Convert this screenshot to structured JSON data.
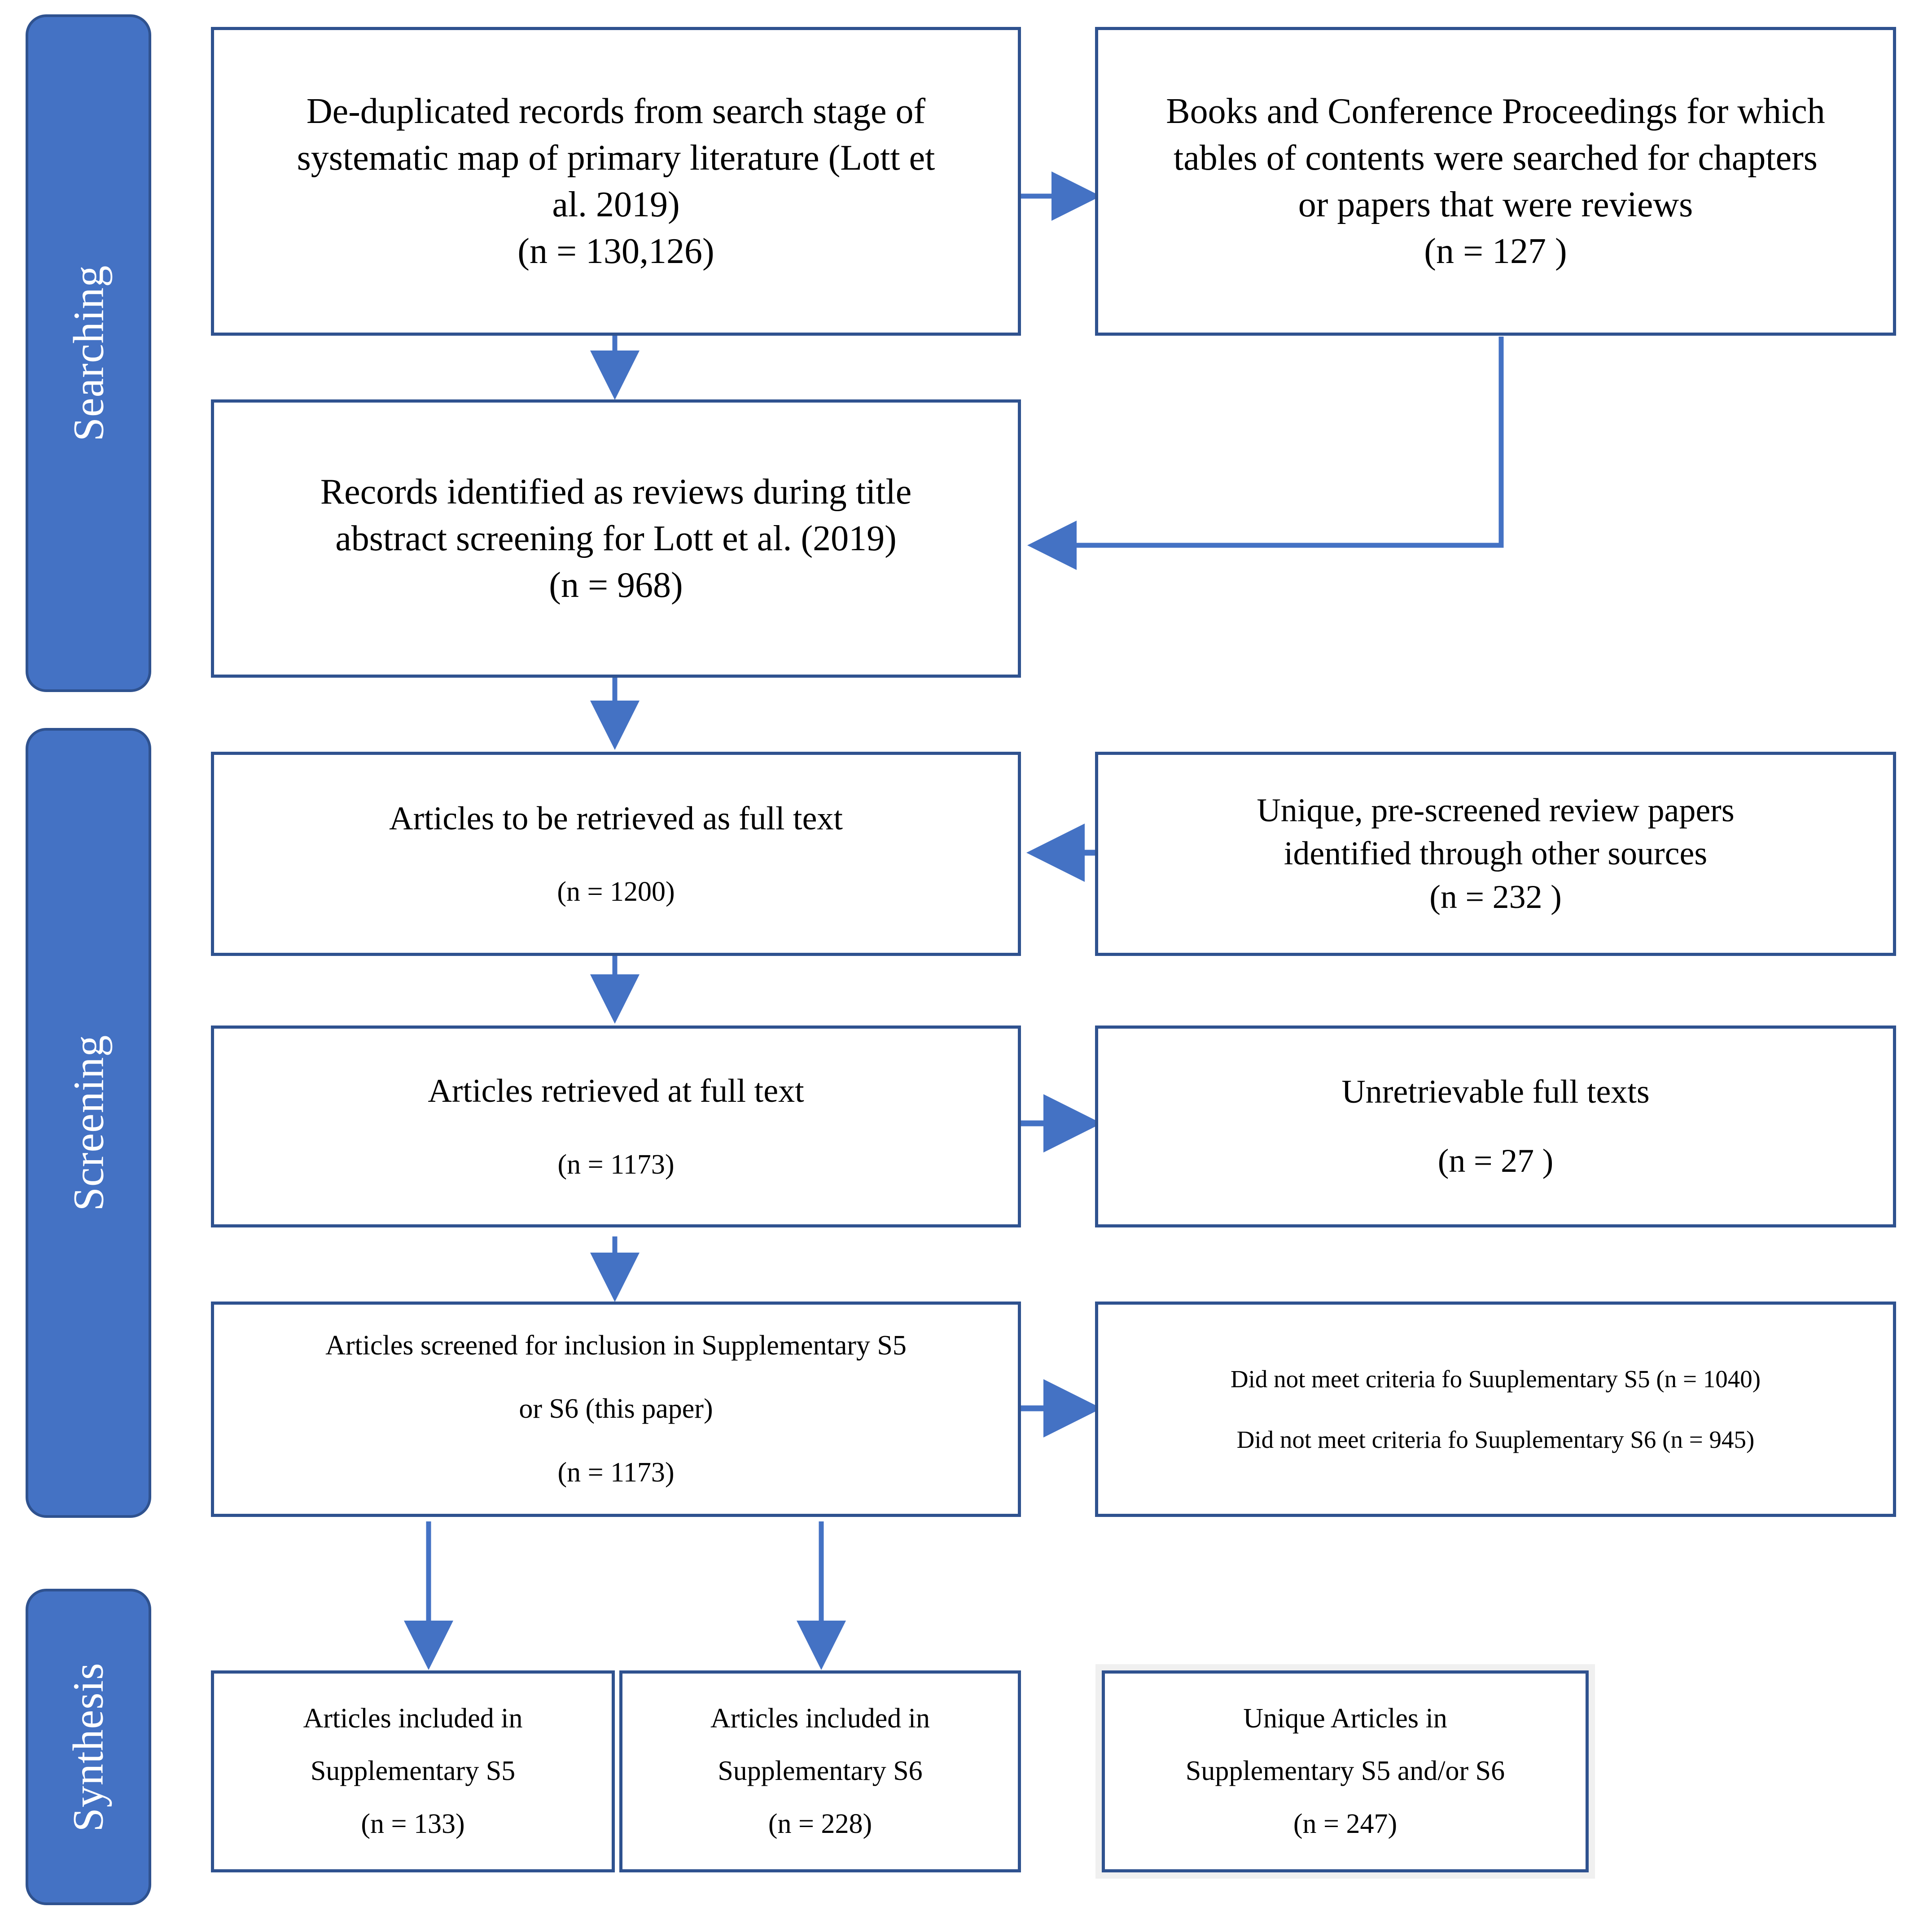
{
  "diagram": {
    "title": "PRISMA-style review selection flow diagram",
    "colors": {
      "band_fill": "#4472C4",
      "band_border": "#2F528F",
      "box_border": "#2F528F",
      "connector": "#4472C4",
      "box_fill": "#FFFFFF",
      "band_text": "#FFFFFF",
      "box_text": "#000000"
    }
  },
  "stages": [
    {
      "id": "searching",
      "label": "Searching"
    },
    {
      "id": "screening",
      "label": "Screening"
    },
    {
      "id": "synthesis",
      "label": "Synthesis"
    }
  ],
  "boxes": {
    "deduplicated_records": {
      "line1": "De-duplicated records from search stage of",
      "line2": "systematic map of primary literature (Lott et",
      "line3": "al. 2019)",
      "count": "(n = 130,126)"
    },
    "books_conference": {
      "line1": "Books and Conference Proceedings for which",
      "line2": "tables of contents were searched for chapters",
      "line3": "or papers that were reviews",
      "count": "(n = 127 )"
    },
    "records_as_reviews": {
      "line1": "Records identified as reviews during title",
      "line2": "abstract screening for Lott et al. (2019)",
      "count": "(n = 968)"
    },
    "to_be_retrieved": {
      "line1": "Articles to be retrieved as full text",
      "count": "(n = 1200)"
    },
    "other_sources": {
      "line1": "Unique, pre-screened review papers",
      "line2": "identified through other sources",
      "count": "(n = 232 )"
    },
    "retrieved_full_text": {
      "line1": "Articles retrieved at full text",
      "count": "(n = 1173)"
    },
    "unretrievable": {
      "line1": "Unretrievable full texts",
      "count": "(n = 27 )"
    },
    "screened_for_inclusion": {
      "line1": "Articles screened for inclusion in Supplementary S5",
      "line2": "or S6 (this paper)",
      "count": "(n = 1173)"
    },
    "did_not_meet": {
      "line1": "Did not meet criteria fo Suuplementary S5 (n = 1040)",
      "line2": "Did not meet criteria fo Suuplementary S6 (n = 945)"
    },
    "included_s5": {
      "line1": "Articles included in",
      "line2": "Supplementary S5",
      "count": "(n = 133)"
    },
    "included_s6": {
      "line1": "Articles included in",
      "line2": "Supplementary S6",
      "count": "(n = 228)"
    },
    "unique_articles": {
      "line1": "Unique Articles in",
      "line2": "Supplementary S5 and/or S6",
      "count": "(n = 247)"
    }
  }
}
